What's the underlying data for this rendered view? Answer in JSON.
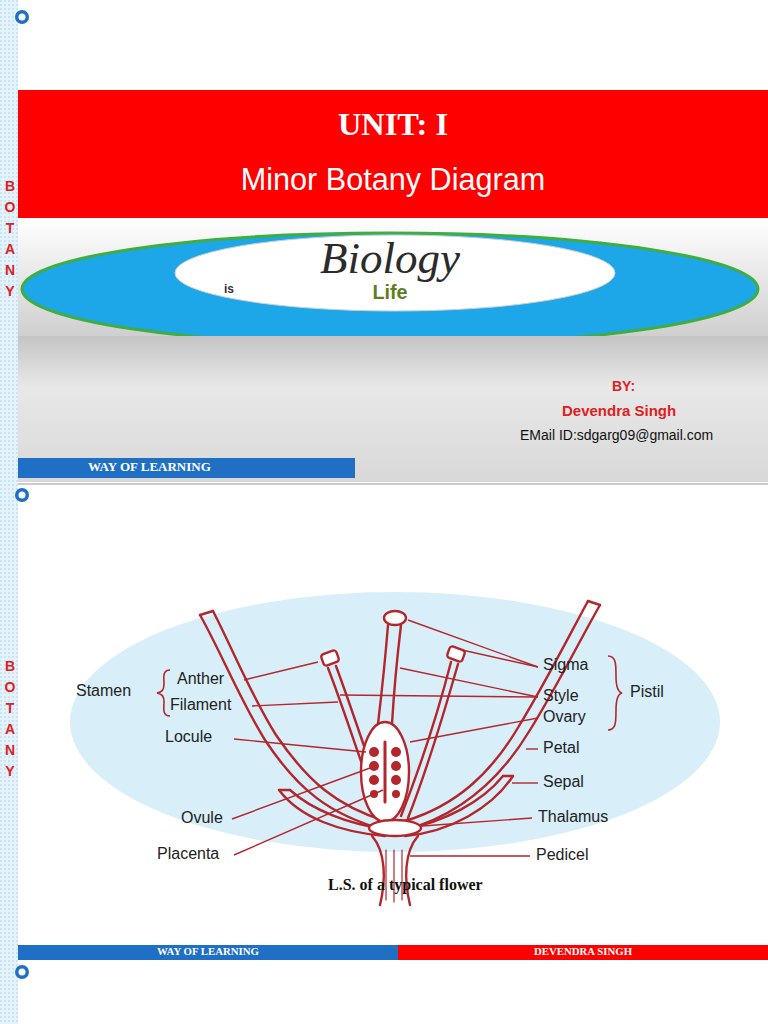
{
  "diagram": {
    "caption": "L.S. of a typical flower",
    "nodes": [
      {
        "text": [
          "UNIT: I",
          "Minor Botany Diagram"
        ]
      },
      {
        "text": [
          "Biology",
          "is",
          "Life"
        ]
      },
      {
        "text": [
          "BY:",
          "Devendra Singh",
          "EMail ID:sdgarg09@gmail.com"
        ]
      },
      {
        "text": [
          "WAY OF LEARNING"
        ],
        "in": 2
      },
      {
        "text": [
          "WAY OF LEARNING"
        ]
      },
      {
        "text": [
          "DEVENDRA SINGH"
        ]
      }
    ],
    "labels": [
      "BOTANY",
      "BOTANY",
      "Stamen",
      "Anther",
      "Filament",
      "Locule",
      "Ovule",
      "Placenta",
      "Sigma",
      "Style",
      "Ovary",
      "Pistil",
      "Petal",
      "Sepal",
      "Thalamus",
      "Pedicel"
    ]
  }
}
